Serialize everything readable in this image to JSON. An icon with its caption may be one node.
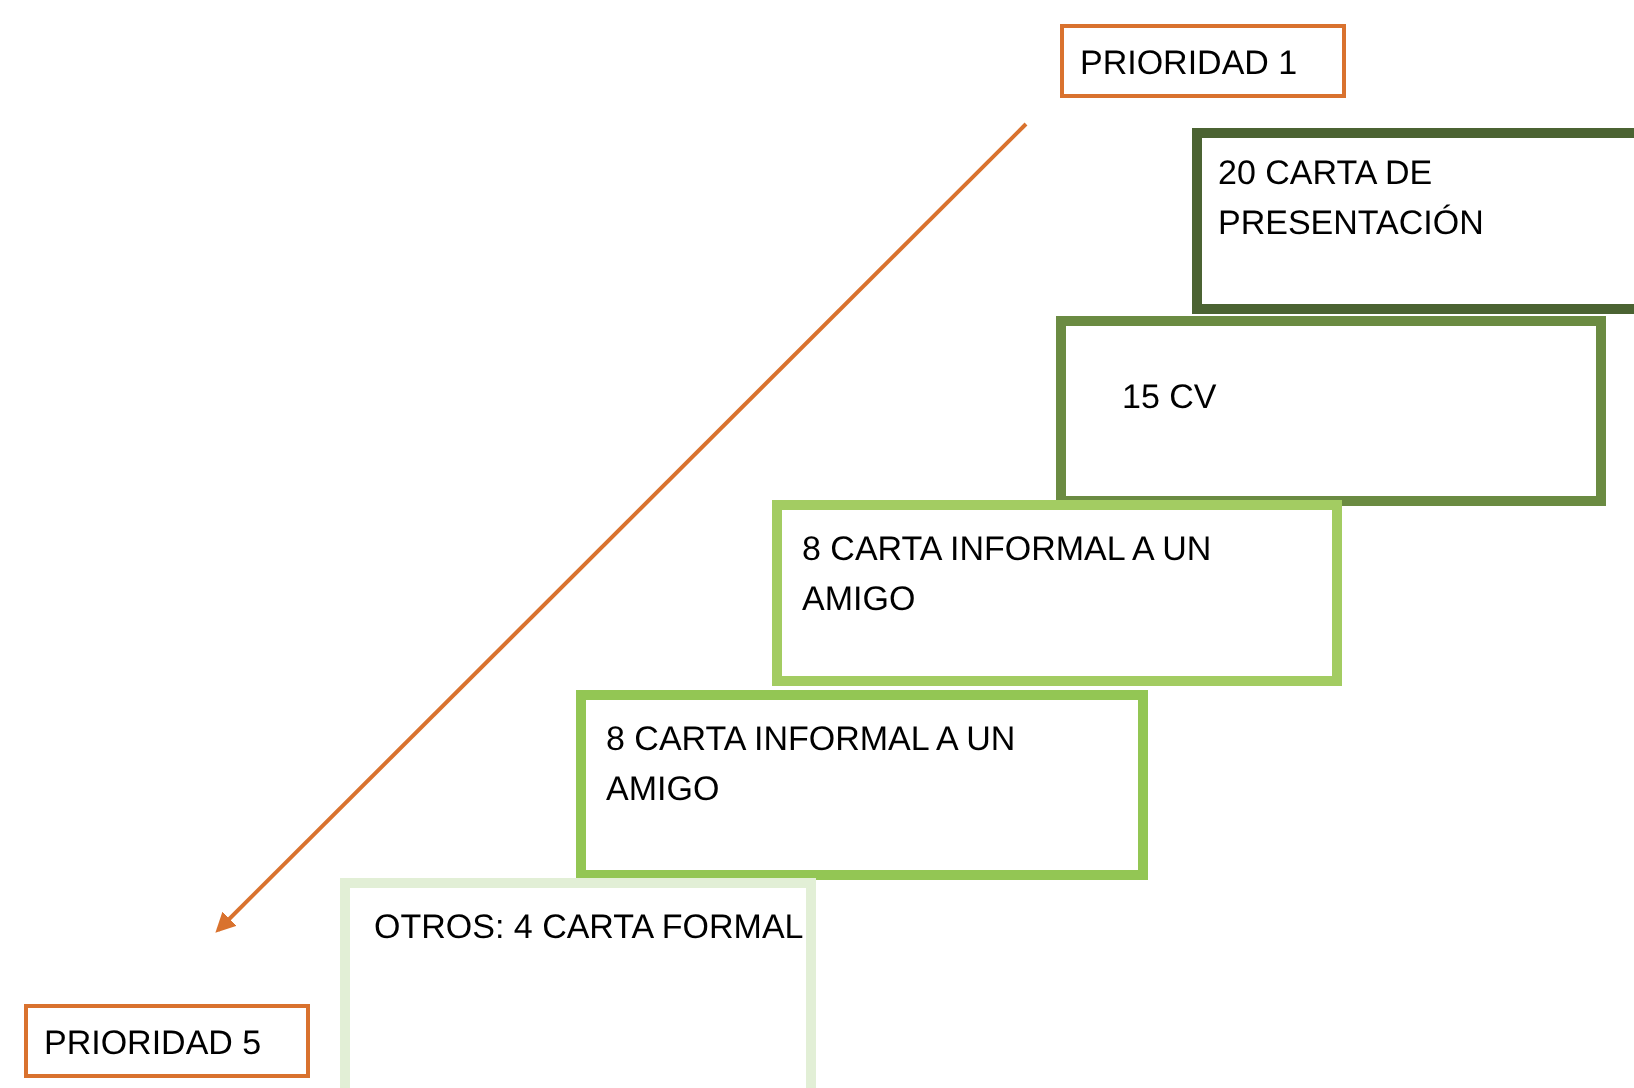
{
  "diagram": {
    "nodes": [
      {
        "text": [
          "PRIORIDAD 1"
        ]
      },
      {
        "text": [
          "20 CARTA DE PRESENTACIÓN"
        ]
      },
      {
        "text": [
          "15 CV"
        ]
      },
      {
        "text": [
          "8 CARTA INFORMAL A UN AMIGO"
        ]
      },
      {
        "text": [
          "8 CARTA INFORMAL A UN AMIGO"
        ]
      },
      {
        "text": [
          "OTROS: 4 CARTA FORMAL"
        ]
      },
      {
        "text": [
          "PRIORIDAD 5"
        ]
      }
    ],
    "edges": [
      {
        "from": 0,
        "to": 6,
        "arrow": "to"
      }
    ]
  }
}
